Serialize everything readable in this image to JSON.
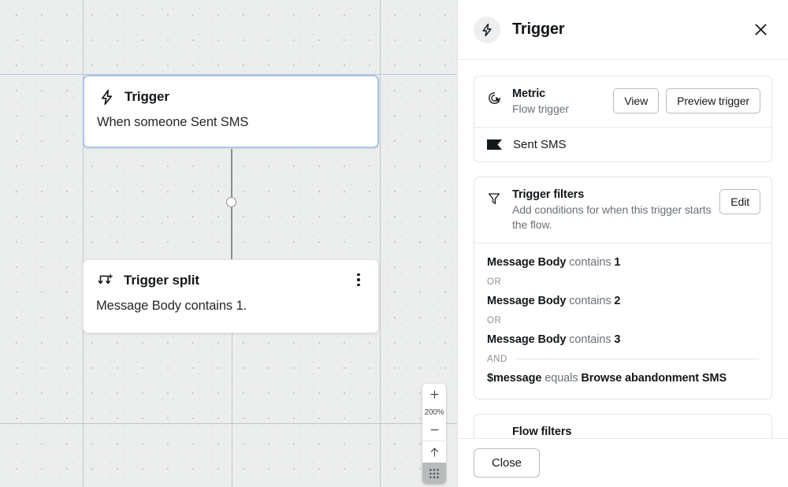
{
  "canvas": {
    "nodes": [
      {
        "icon": "lightning-bolt-icon",
        "title": "Trigger",
        "body": "When someone Sent SMS"
      },
      {
        "icon": "split-branch-icon",
        "title": "Trigger split",
        "body": "Message Body contains 1."
      }
    ],
    "zoom_control": {
      "zoom_in_label": "+",
      "zoom_level": "200%",
      "zoom_out_label": "−",
      "reset_label": "↑",
      "grid_label": "grid-icon"
    }
  },
  "panel": {
    "header": {
      "icon": "lightning-bolt-icon",
      "title": "Trigger",
      "close_icon": "close-icon"
    },
    "metric_card": {
      "icon": "metric-target-icon",
      "title": "Metric",
      "subtitle": "Flow trigger",
      "view_label": "View",
      "preview_label": "Preview trigger",
      "metric_icon": "sms-flag-icon",
      "metric_name": "Sent SMS"
    },
    "trigger_filters_card": {
      "icon": "filter-funnel-icon",
      "title": "Trigger filters",
      "subtitle": "Add conditions for when this trigger starts the flow.",
      "edit_label": "Edit",
      "conditions": [
        {
          "field": "Message Body",
          "operator": "contains",
          "value": "1"
        },
        {
          "join": "OR"
        },
        {
          "field": "Message Body",
          "operator": "contains",
          "value": "2"
        },
        {
          "join": "OR"
        },
        {
          "field": "Message Body",
          "operator": "contains",
          "value": "3"
        },
        {
          "join": "AND",
          "rule": true
        },
        {
          "field": "$message",
          "operator": "equals",
          "value": "Browse abandonment SMS"
        }
      ]
    },
    "flow_filters_card": {
      "title": "Flow filters"
    },
    "footer": {
      "close_label": "Close"
    }
  }
}
